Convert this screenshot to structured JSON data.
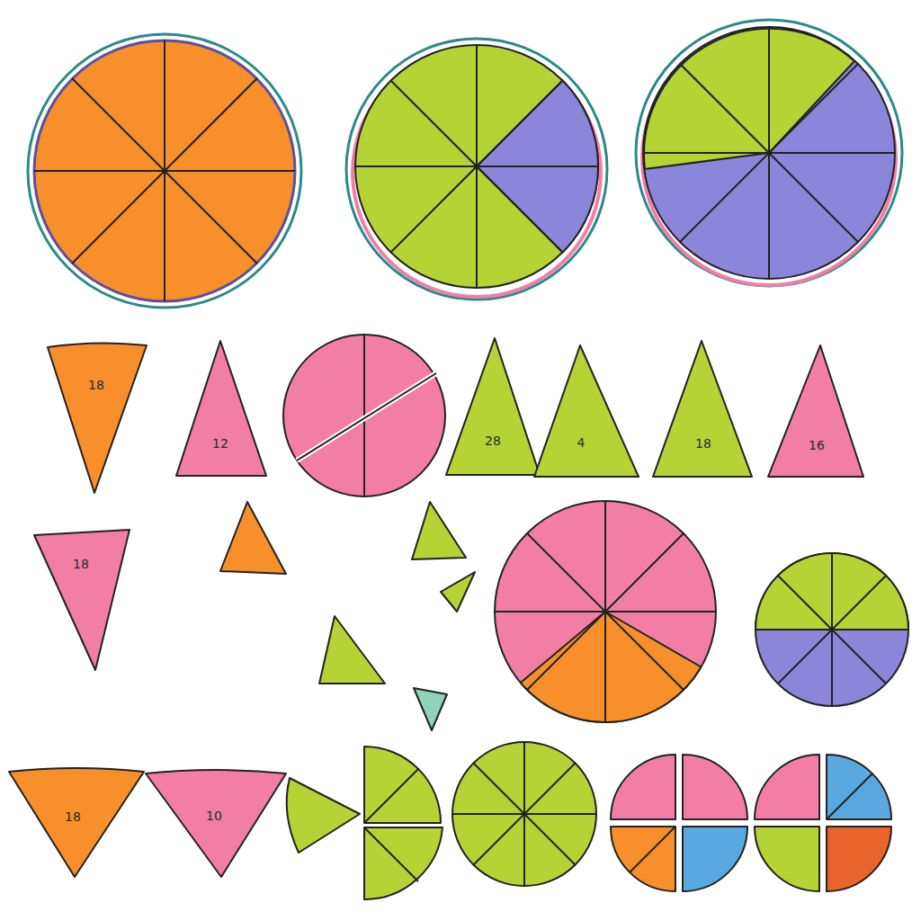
{
  "diagram": {
    "nodes": [
      {
        "text": [
          "18"
        ]
      },
      {
        "text": [
          "12"
        ]
      },
      {
        "text": [
          "28"
        ]
      },
      {
        "text": [
          "4"
        ]
      },
      {
        "text": [
          "18"
        ]
      },
      {
        "text": [
          "16"
        ]
      },
      {
        "text": [
          "18"
        ]
      },
      {
        "text": [
          "18"
        ]
      },
      {
        "text": [
          "10"
        ]
      }
    ]
  }
}
